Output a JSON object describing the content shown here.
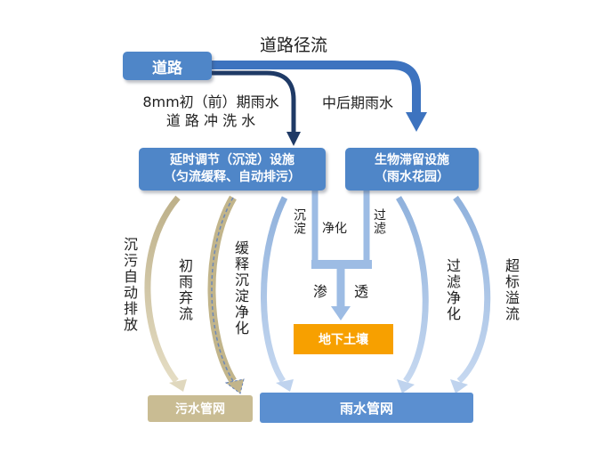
{
  "nodes": {
    "road": "道路",
    "delay_line1": "延时调节（沉淀）设施",
    "delay_line2": "（匀流缓释、自动排污）",
    "bio_line1": "生物滞留设施",
    "bio_line2": "（雨水花园）",
    "soil": "地下土壤",
    "sewage": "污水管网",
    "rain": "雨水管网"
  },
  "labels": {
    "runoff": "道路径流",
    "early_line1": "8mm初（前）期雨水",
    "early_line2": "道 路 冲 洗 水",
    "late": "中后期雨水",
    "sediment": "沉淀",
    "purify": "净化",
    "filter": "过滤",
    "infiltrate_1": "渗",
    "infiltrate_2": "透",
    "auto_drain": "沉污自动排放",
    "first_flush": "初雨弃流",
    "slow_release": "缓释沉淀净化",
    "filter_purify": "过滤净化",
    "overflow": "超标溢流"
  },
  "colors": {
    "node_blue": "#4f86c8",
    "soil_orange": "#f7a000",
    "sewage_tan": "#c9bc93",
    "dark_arrow": "#1f3a66",
    "light_arrow": "#9dbce4"
  }
}
